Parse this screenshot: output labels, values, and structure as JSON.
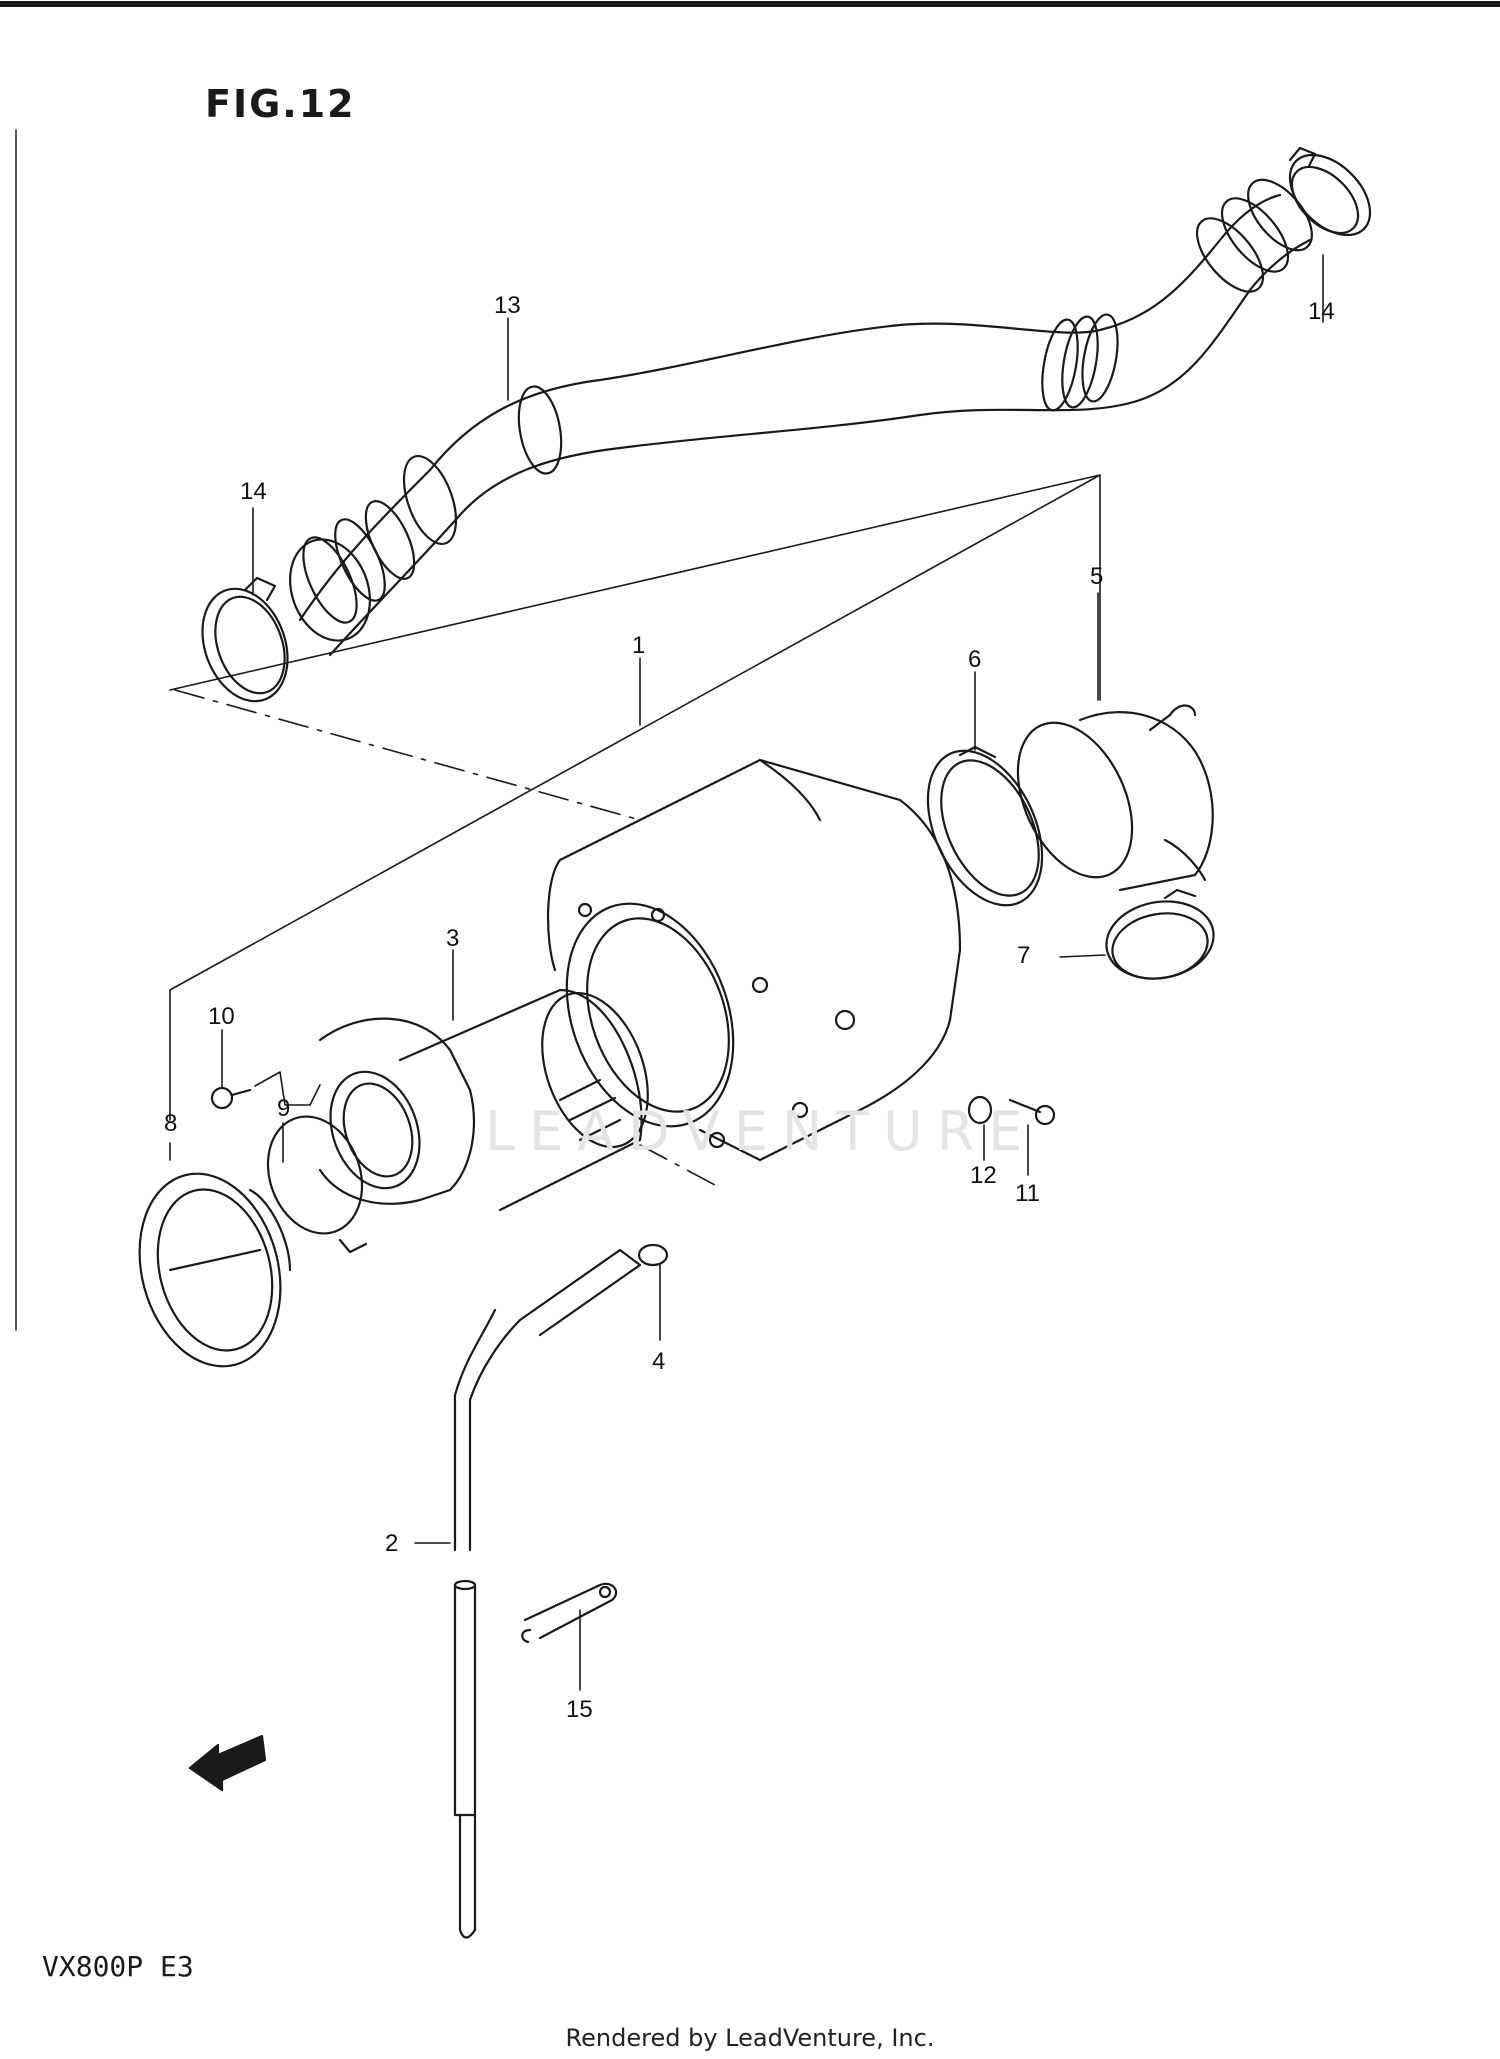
{
  "figure": {
    "title": "FIG.12",
    "model": "VX800P  E3",
    "watermark": "LEADVENTURE",
    "footer": "Rendered by LeadVenture, Inc.",
    "fwd_label": "FWD"
  },
  "callouts": [
    {
      "id": "c13a",
      "text": "13"
    },
    {
      "id": "c14a",
      "text": "14"
    },
    {
      "id": "c14b",
      "text": "14"
    },
    {
      "id": "c1",
      "text": "1"
    },
    {
      "id": "c5",
      "text": "5"
    },
    {
      "id": "c6",
      "text": "6"
    },
    {
      "id": "c7",
      "text": "7"
    },
    {
      "id": "c3",
      "text": "3"
    },
    {
      "id": "c10",
      "text": "10"
    },
    {
      "id": "c8",
      "text": "8"
    },
    {
      "id": "c9",
      "text": "9"
    },
    {
      "id": "c12",
      "text": "12"
    },
    {
      "id": "c11",
      "text": "11"
    },
    {
      "id": "c4",
      "text": "4"
    },
    {
      "id": "c2",
      "text": "2"
    },
    {
      "id": "c15",
      "text": "15"
    }
  ],
  "colors": {
    "line": "#1a1a1a",
    "paper": "#ffffff"
  }
}
